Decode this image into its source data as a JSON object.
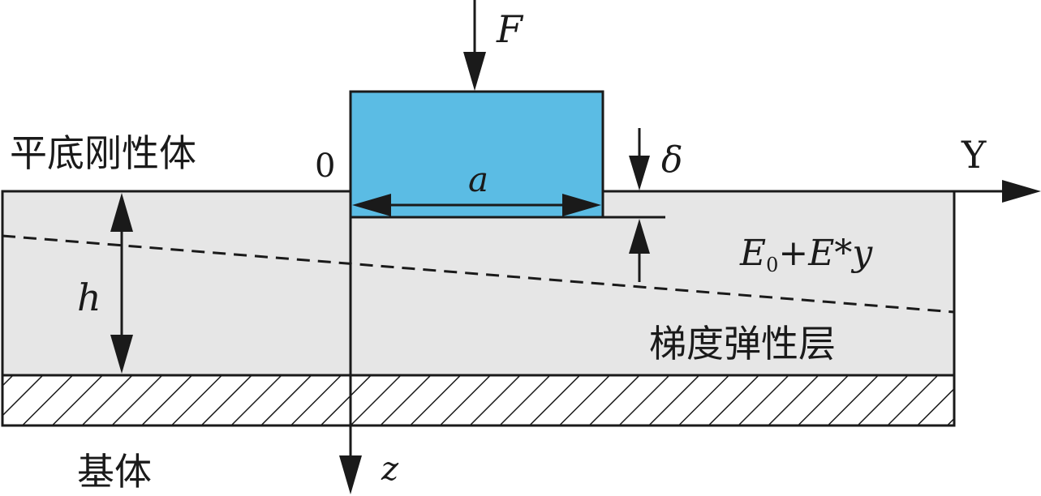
{
  "labels": {
    "rigid_body": "平底刚性体",
    "origin": "0",
    "force": "F",
    "width": "a",
    "indentation": "δ",
    "axis_y": "Y",
    "thickness": "h",
    "modulus_e": "E",
    "modulus_sub": "0",
    "modulus_rest": "+E*y",
    "graded_layer": "梯度弹性层",
    "substrate": "基体",
    "axis_z": "z"
  },
  "colors": {
    "punch_fill": "#5bbce4",
    "layer_fill": "#e6e6e6",
    "line": "#1a1a1a"
  }
}
